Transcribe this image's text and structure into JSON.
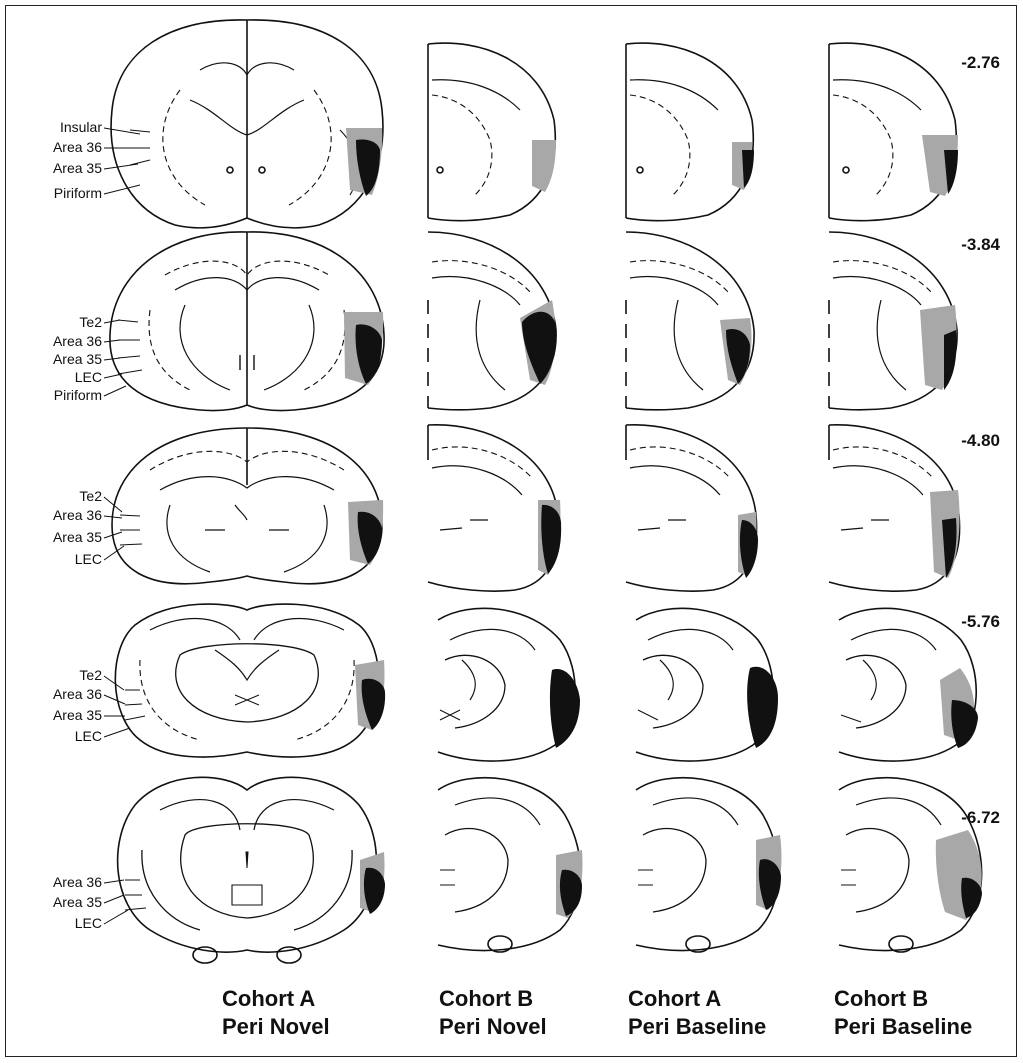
{
  "figure": {
    "rows": [
      {
        "ap": "-2.76",
        "regions": [
          "Insular",
          "Area 36",
          "Area 35",
          "Piriform"
        ]
      },
      {
        "ap": "-3.84",
        "regions": [
          "Te2",
          "Area 36",
          "Area 35",
          "LEC",
          "Piriform"
        ]
      },
      {
        "ap": "-4.80",
        "regions": [
          "Te2",
          "Area 36",
          "Area 35",
          "LEC"
        ]
      },
      {
        "ap": "-5.76",
        "regions": [
          "Te2",
          "Area 36",
          "Area 35",
          "LEC"
        ]
      },
      {
        "ap": "-6.72",
        "regions": [
          "Area 36",
          "Area 35",
          "LEC"
        ]
      }
    ],
    "columns": [
      {
        "line1": "Cohort A",
        "line2": "Peri Novel"
      },
      {
        "line1": "Cohort B",
        "line2": "Peri Novel"
      },
      {
        "line1": "Cohort A",
        "line2": "Peri Baseline"
      },
      {
        "line1": "Cohort B",
        "line2": "Peri Baseline"
      }
    ],
    "colors": {
      "lesion_core": "#111111",
      "lesion_extent": "#a8a8a8",
      "outline": "#111111",
      "background": "#ffffff"
    }
  }
}
